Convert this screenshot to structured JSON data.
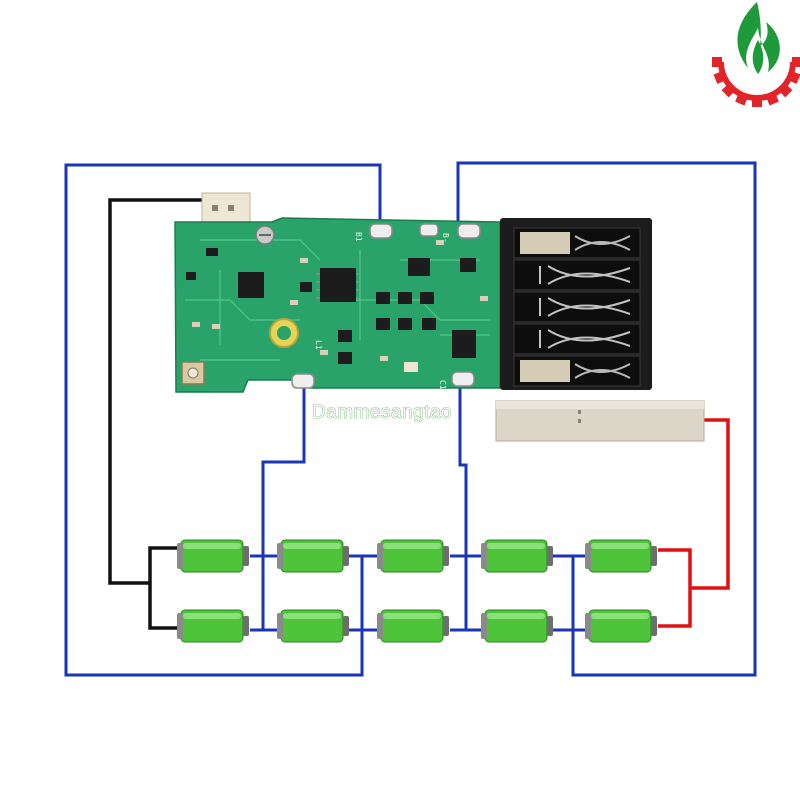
{
  "watermark": {
    "text": "Dammesangtao"
  },
  "pcb_labels": {
    "b1": "B1",
    "b_minus": "B-",
    "l1": "L1",
    "c1": "C1"
  },
  "logo": {
    "name": "flame-gear-logo"
  },
  "colors": {
    "wire_blue": "#1a35b8",
    "wire_black": "#111111",
    "wire_red": "#e01010",
    "pcb_green": "#2aa36a",
    "cell_green": "#4ec43a",
    "terminal_black": "#1c1c1c",
    "shunt": "#d9d2c3",
    "logo_red": "#e0242a",
    "logo_green": "#1f9a3a"
  },
  "components": {
    "pcb": "bms-circuit-board",
    "terminal_block": "battery-terminal-connector",
    "shunt": "current-shunt-plate",
    "cells_top_row": 5,
    "cells_bottom_row": 5
  }
}
